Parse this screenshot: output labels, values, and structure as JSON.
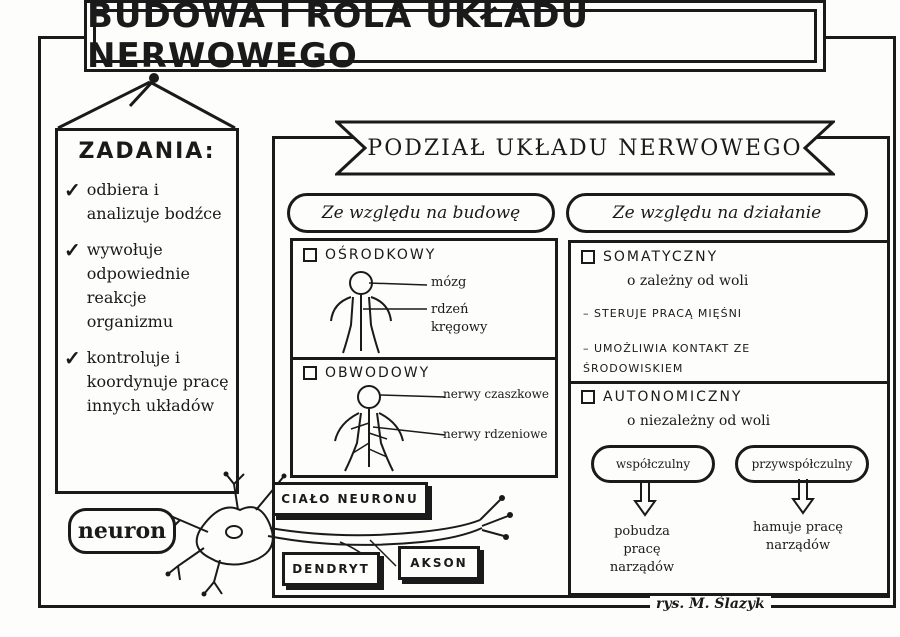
{
  "title": "BUDOWA I ROLA UKŁADU NERWOWEGO",
  "tasks": {
    "heading": "ZADANIA:",
    "items": [
      "odbiera i analizuje bodźce",
      "wywołuje odpowiednie reakcje organizmu",
      "kontroluje i koordynuje pracę innych układów"
    ]
  },
  "division": {
    "title": "PODZIAŁ UKŁADU NERWOWEGO",
    "left_header": "Ze względu na budowę",
    "right_header": "Ze względu na działanie",
    "central": {
      "label": "OŚRODKOWY",
      "parts": [
        "mózg",
        "rdzeń kręgowy"
      ]
    },
    "peripheral": {
      "label": "OBWODOWY",
      "parts": [
        "nerwy czaszkowe",
        "nerwy rdzeniowe"
      ]
    },
    "somatic": {
      "label": "SOMATYCZNY",
      "subtitle": "o zależny od woli",
      "points": [
        "– STERUJE PRACĄ MIĘŚNI",
        "– UMOŻLIWIA KONTAKT ZE ŚRODOWISKIEM"
      ]
    },
    "autonomic": {
      "label": "AUTONOMICZNY",
      "subtitle": "o niezależny od woli",
      "sympathetic": {
        "label": "współczulny",
        "effect": "pobudza pracę narządów"
      },
      "parasympathetic": {
        "label": "przywspółczulny",
        "effect": "hamuje pracę narządów"
      }
    }
  },
  "neuron": {
    "label": "neuron",
    "parts": {
      "body": "CIAŁO NEURONU",
      "dendrite": "DENDRYT",
      "axon": "AKSON"
    }
  },
  "signature": "rys. M. Ślazyk"
}
